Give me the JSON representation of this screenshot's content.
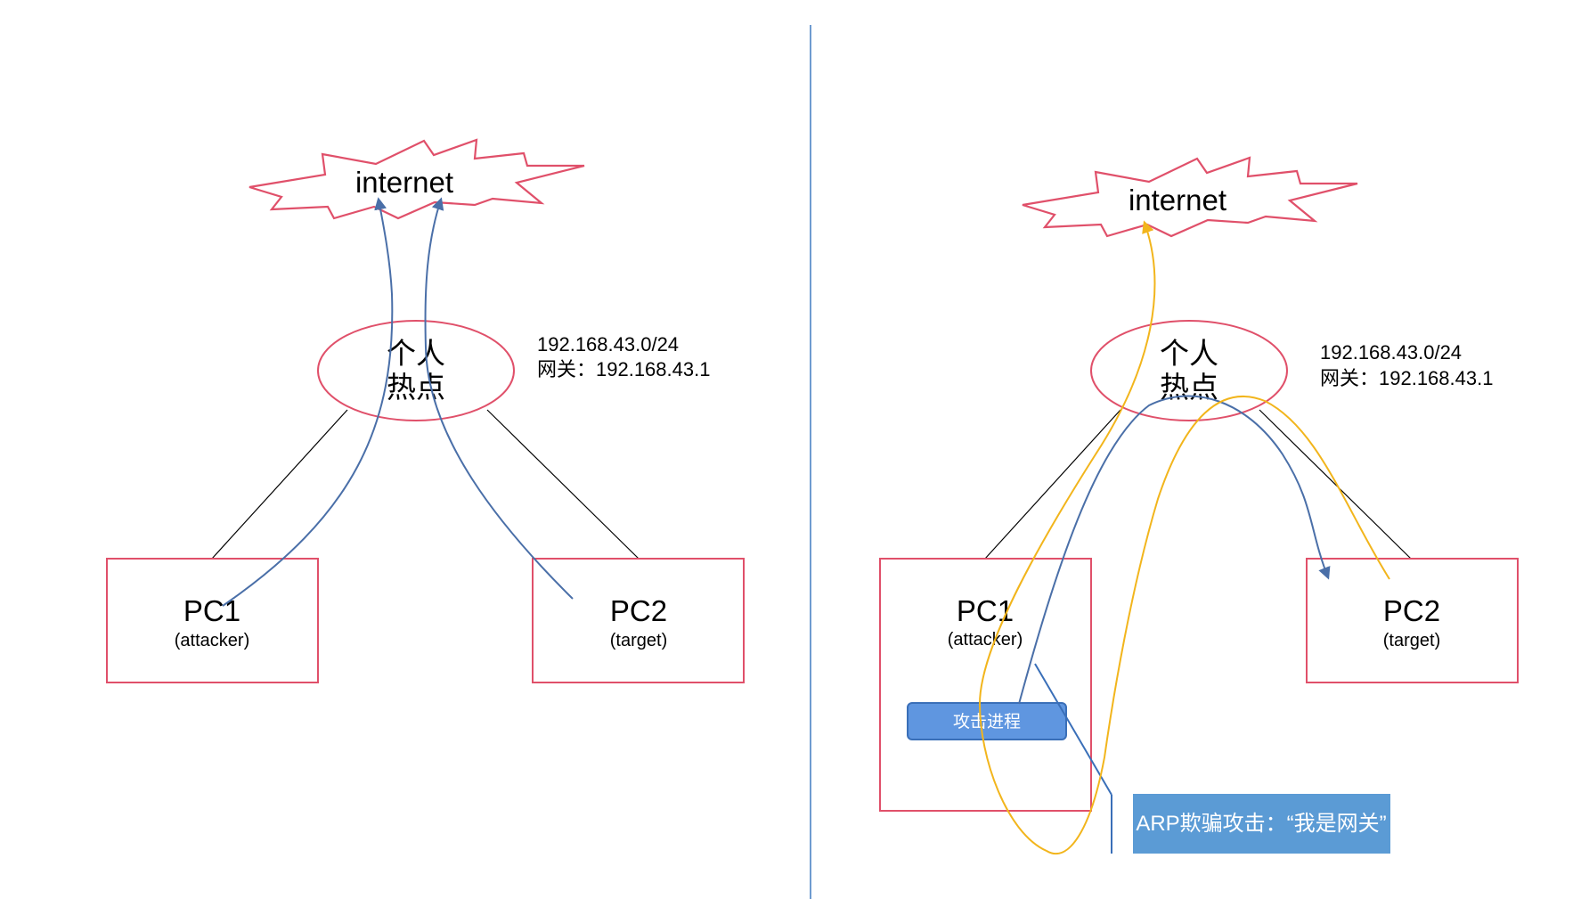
{
  "left": {
    "cloud_label": "internet",
    "hotspot_line1": "个人",
    "hotspot_line2": "热点",
    "subnet": "192.168.43.0/24",
    "gateway": "网关：192.168.43.1",
    "pc1_name": "PC1",
    "pc1_role": "(attacker)",
    "pc2_name": "PC2",
    "pc2_role": "(target)"
  },
  "right": {
    "cloud_label": "internet",
    "hotspot_line1": "个人",
    "hotspot_line2": "热点",
    "subnet": "192.168.43.0/24",
    "gateway": "网关：192.168.43.1",
    "pc1_name": "PC1",
    "pc1_role": "(attacker)",
    "pc2_name": "PC2",
    "pc2_role": "(target)",
    "process_label": "攻击进程",
    "callout_label": "ARP欺骗攻击：“我是网关”"
  },
  "colors": {
    "node_border": "#e0506a",
    "link_line": "#000000",
    "blue_path": "#4a6fa8",
    "yellow_path": "#f2b51c",
    "process_fill": "#5f96e0",
    "callout_fill": "#5b9bd5",
    "divider": "#6f9bd0"
  }
}
